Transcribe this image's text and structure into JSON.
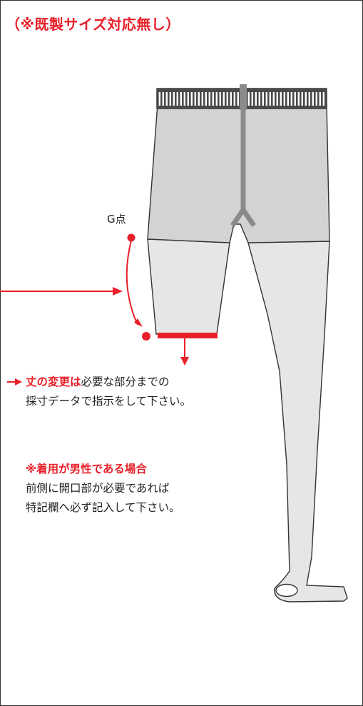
{
  "header": {
    "note": "（※既製サイズ対応無し）"
  },
  "diagram": {
    "g_point_label": "G点"
  },
  "length_note": {
    "emphasis": "丈の変更は",
    "line1_rest": "必要な部分までの",
    "line2": "採寸データで指示をして下さい。"
  },
  "male_note": {
    "heading": "※着用が男性である場合",
    "line1": "前側に開口部が必要であれば",
    "line2": "特記欄へ必ず記入して下さい。"
  },
  "colors": {
    "accent": "#e8202a",
    "garment_fill": "#e6e6e6",
    "waistband": "#4a4a4a",
    "seam": "#8a8a8a",
    "outline": "#333333"
  }
}
